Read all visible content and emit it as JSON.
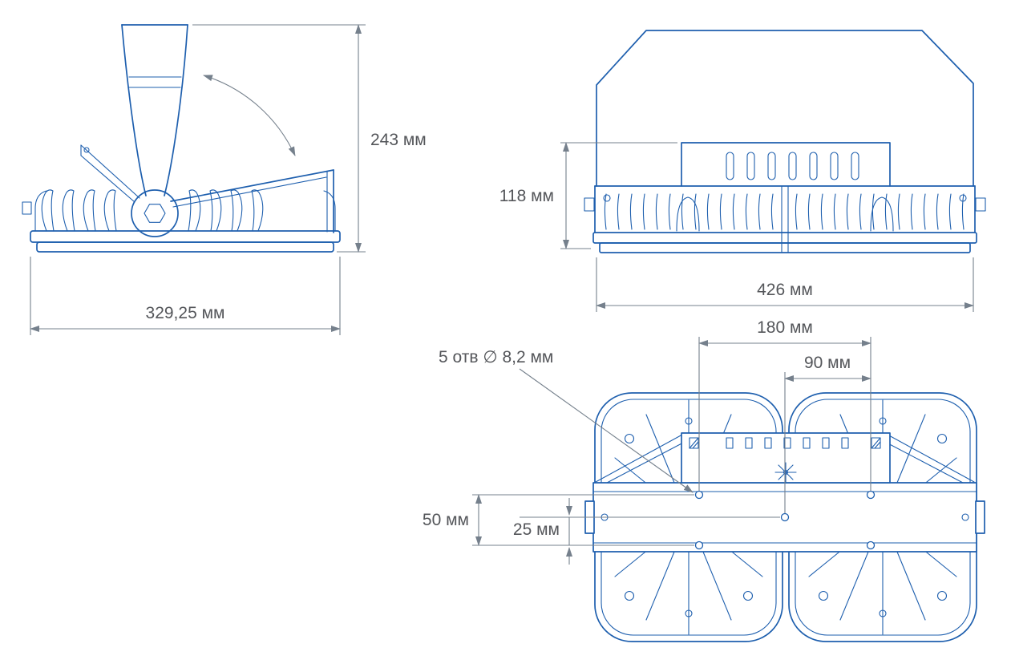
{
  "drawing": {
    "colors": {
      "line": "#1E5FAE",
      "dimension": "#75808C",
      "text": "#54565A",
      "background": "#FFFFFF"
    },
    "views": {
      "side": {
        "height_dim": "243 мм",
        "width_dim": "329,25 мм"
      },
      "front": {
        "height_dim": "118 мм",
        "width_dim": "426 мм"
      },
      "bottom": {
        "hole_span_dim": "180 мм",
        "hole_half_span_dim": "90 мм",
        "holes_callout": "5 отв ∅ 8,2 мм",
        "row_spacing_dim": "50 мм",
        "row_offset_dim": "25 мм"
      }
    }
  }
}
